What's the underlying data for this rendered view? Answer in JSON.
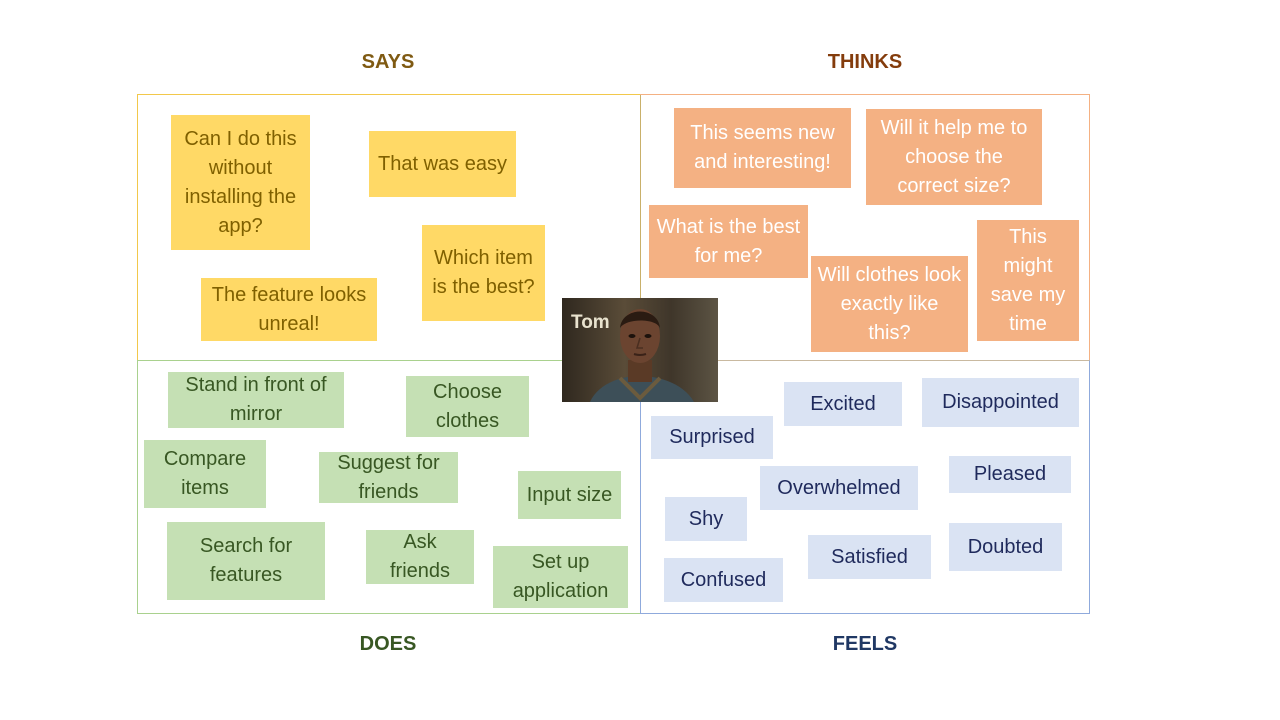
{
  "headings": {
    "says": "SAYS",
    "thinks": "THINKS",
    "does": "DOES",
    "feels": "FEELS"
  },
  "persona": {
    "name": "Tom"
  },
  "says": [
    "Can I do this without installing the app?",
    "That was easy",
    "Which item is the best?",
    "The feature looks unreal!"
  ],
  "thinks": [
    "This seems new and interesting!",
    "Will it help me to choose the correct size?",
    "What is the best for me?",
    "This might save my time",
    "Will clothes look exactly like this?"
  ],
  "does": [
    "Stand in front of mirror",
    "Choose clothes",
    "Compare items",
    "Suggest for friends",
    "Input size",
    "Search for features",
    "Ask friends",
    "Set up application"
  ],
  "feels": [
    "Excited",
    "Disappointed",
    "Surprised",
    "Overwhelmed",
    "Pleased",
    "Shy",
    "Satisfied",
    "Doubted",
    "Confused"
  ],
  "colors": {
    "says_note": "#ffd966",
    "thinks_note": "#f4b183",
    "does_note": "#c5e0b4",
    "feels_note": "#dae3f3"
  }
}
